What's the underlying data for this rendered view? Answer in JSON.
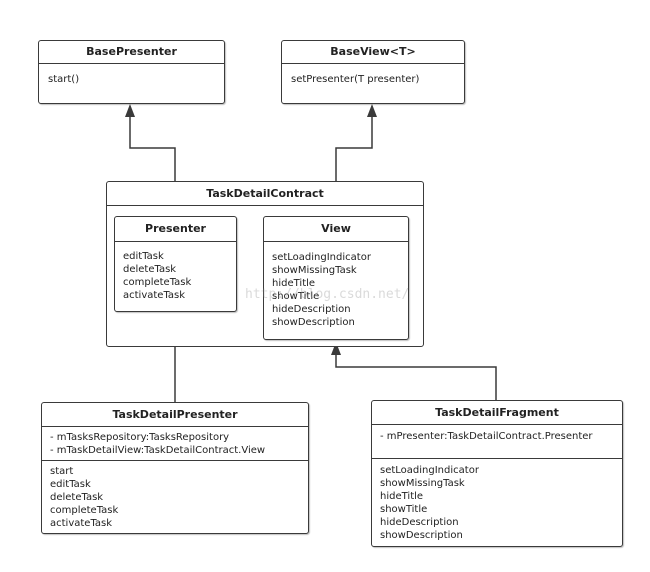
{
  "diagram": {
    "base_presenter": {
      "name": "BasePresenter",
      "methods": [
        "start()"
      ]
    },
    "base_view": {
      "name": "BaseView<T>",
      "methods": [
        "setPresenter(T presenter)"
      ]
    },
    "contract": {
      "name": "TaskDetailContract",
      "presenter": {
        "name": "Presenter",
        "methods": [
          "editTask",
          "deleteTask",
          "completeTask",
          "activateTask"
        ]
      },
      "view": {
        "name": "View",
        "methods": [
          "setLoadingIndicator",
          "showMissingTask",
          "hideTitle",
          "showTitle",
          "hideDescription",
          "showDescription"
        ]
      }
    },
    "task_detail_presenter": {
      "name": "TaskDetailPresenter",
      "fields": [
        "-  mTasksRepository:TasksRepository",
        "-  mTaskDetailView:TaskDetailContract.View"
      ],
      "methods": [
        "start",
        "editTask",
        "deleteTask",
        "completeTask",
        "activateTask"
      ]
    },
    "task_detail_fragment": {
      "name": "TaskDetailFragment",
      "fields": [
        "- mPresenter:TaskDetailContract.Presenter"
      ],
      "methods": [
        "setLoadingIndicator",
        "showMissingTask",
        "hideTitle",
        "showTitle",
        "hideDescription",
        "showDescription"
      ]
    },
    "watermark": "http://blog.csdn.net/"
  }
}
